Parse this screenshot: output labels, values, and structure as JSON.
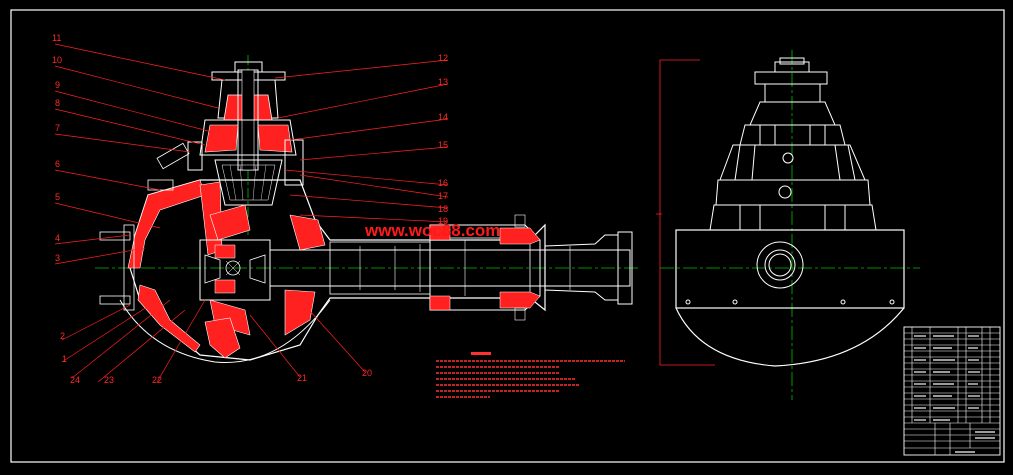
{
  "watermark": "www.woc88.com",
  "part_numbers": [
    "1",
    "2",
    "3",
    "4",
    "5",
    "6",
    "7",
    "8",
    "9",
    "10",
    "11",
    "12",
    "13",
    "14",
    "15",
    "16",
    "17",
    "18",
    "19",
    "20",
    "21",
    "22",
    "23",
    "24"
  ],
  "colors": {
    "background": "#000000",
    "outline": "#ffffff",
    "section_fill": "#ff2020",
    "leader": "#ff2020",
    "centerline": "#00c000",
    "front_view": "#ffffff"
  }
}
